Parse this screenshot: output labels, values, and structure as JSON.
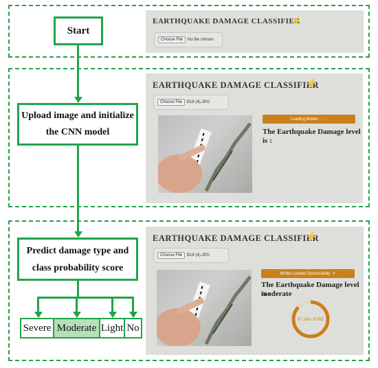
{
  "flow": {
    "start": "Start",
    "step1_line1": "Upload image and initialize",
    "step1_line2": "the CNN model",
    "step2_line1": "Predict damage type and",
    "step2_line2": "class probability score",
    "classes": [
      "Severe",
      "Moderate",
      "Light",
      "No"
    ]
  },
  "app": {
    "title": "EARTHQUAKE DAMAGE CLASSIFIER",
    "bolt_icon": "⚡",
    "choose_file_label": "Choose File",
    "panel1_file_status": "No file chosen",
    "panel2_file_name": "B18 (4).JPG",
    "panel3_file_name": "B18 (4).JPG",
    "loading_text": "Loading Model ...",
    "loaded_text": "Model Loaded Successfully",
    "result_label": "The Earthquake Damage level is :",
    "result_value": "moderate",
    "score_text": "87.18% SURE",
    "score_fraction": 0.8718
  },
  "colors": {
    "green": "#21a34a",
    "highlight": "#b7dfb8",
    "accent_orange": "#cb7f1d",
    "app_bg": "#dedfdb"
  }
}
